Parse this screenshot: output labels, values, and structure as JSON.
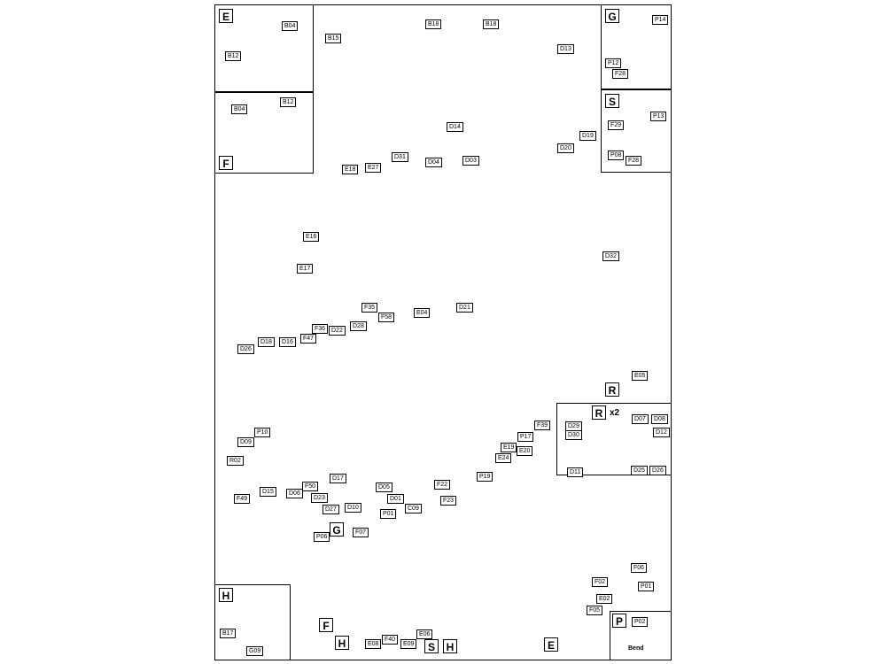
{
  "insets": {
    "E": {
      "title": "E",
      "parts": [
        "B04",
        "B12"
      ]
    },
    "F": {
      "title": "F",
      "parts": [
        "B04",
        "B12"
      ]
    },
    "G": {
      "title": "G",
      "parts": [
        "P14",
        "P12",
        "F28"
      ]
    },
    "S": {
      "title": "S",
      "parts": [
        "P13",
        "F29",
        "P08",
        "F28"
      ]
    },
    "R": {
      "title": "R",
      "qty": "x2",
      "parts": [
        "D29",
        "D30",
        "D07",
        "D08",
        "D12",
        "D11",
        "D25",
        "D26"
      ]
    },
    "H": {
      "title": "H",
      "parts": [
        "B17",
        "G09"
      ]
    },
    "P": {
      "title": "P",
      "parts": [
        "P02"
      ],
      "note": "Bend"
    }
  },
  "step1": {
    "parts": [
      "B15",
      "B18",
      "B18",
      "D13",
      "D14",
      "D19",
      "D20"
    ]
  },
  "step2": {
    "parts": [
      "E18",
      "E27",
      "D31",
      "D04",
      "D03",
      "E16",
      "E17",
      "D32"
    ]
  },
  "step3": {
    "parts": [
      "F35",
      "F58",
      "E04",
      "D21",
      "D18",
      "D16",
      "F36",
      "F47",
      "D22",
      "D28",
      "D26",
      "E05",
      "P10",
      "D09",
      "R02",
      "F49",
      "D15",
      "D06",
      "F50",
      "D23",
      "D27",
      "D17",
      "D10",
      "D05",
      "D01",
      "F22",
      "P19",
      "E24",
      "E20",
      "E19",
      "P17",
      "F39"
    ]
  },
  "step4": {
    "parts": [
      "F23",
      "C09",
      "P01",
      "F07",
      "P06",
      "F06",
      "F02",
      "P01",
      "E02",
      "F05",
      "F40",
      "E08",
      "E09",
      "E06"
    ]
  },
  "callouts": {
    "R": "R",
    "G": "G",
    "F": "F",
    "H1": "H",
    "S": "S",
    "H2": "H",
    "E": "E"
  }
}
